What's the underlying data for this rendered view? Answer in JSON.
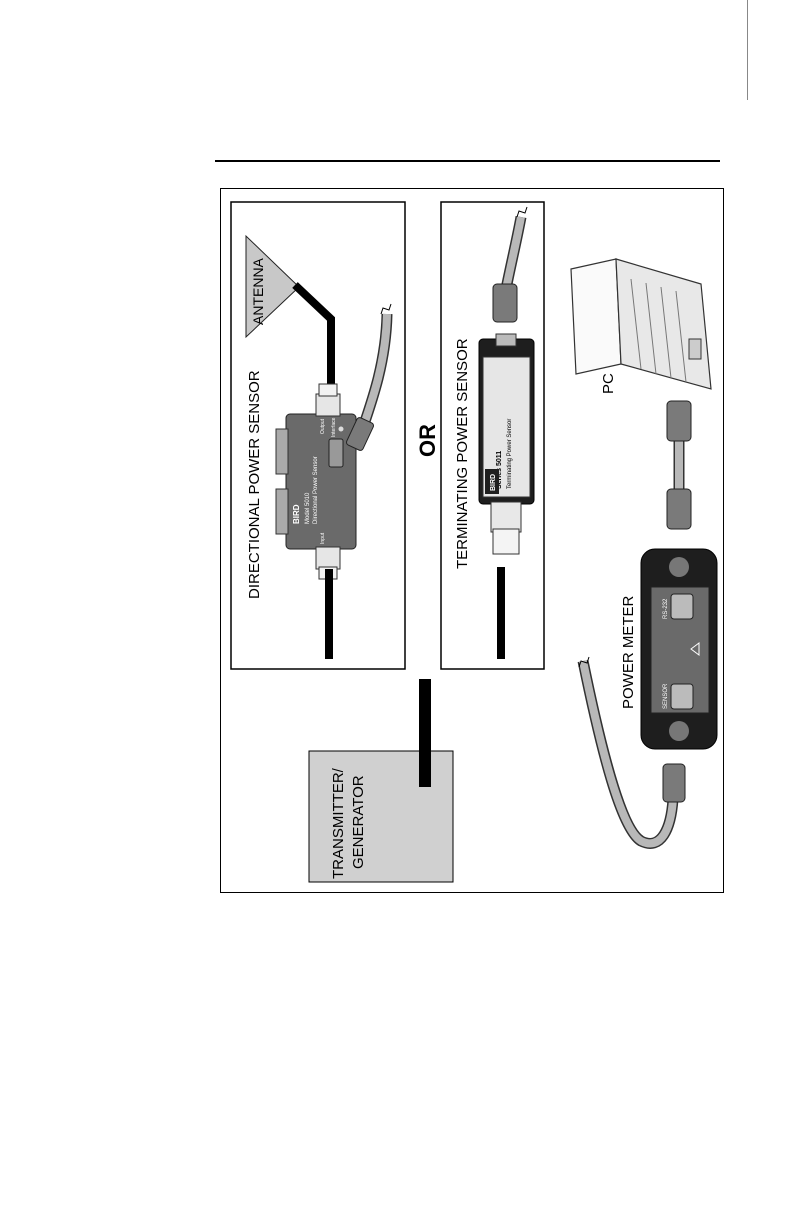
{
  "labels": {
    "directional_sensor": "DIRECTIONAL POWER SENSOR",
    "antenna": "ANTENNA",
    "or": "OR",
    "terminating_sensor": "TERMINATING POWER SENSOR",
    "pc": "PC",
    "transmitter_line1": "TRANSMITTER/",
    "transmitter_line2": "GENERATOR",
    "power_meter": "POWER METER"
  },
  "directional_device": {
    "brand": "BIRD",
    "model": "Model 5010",
    "name": "Directional Power Sensor",
    "port_input": "Input",
    "port_output": "Output",
    "port_interface": "Interface"
  },
  "terminating_device": {
    "brand": "BIRD",
    "model": "Series 5011",
    "name": "Terminating Power Sensor"
  },
  "meter_panel": {
    "sensor_port": "SENSOR",
    "rs232_port": "RS-232"
  },
  "colors": {
    "figure_border": "#000000",
    "gray_fill": "#d0d0d0",
    "device_fill": "#5a5a5a",
    "cable_fill": "#b8b8b8"
  }
}
